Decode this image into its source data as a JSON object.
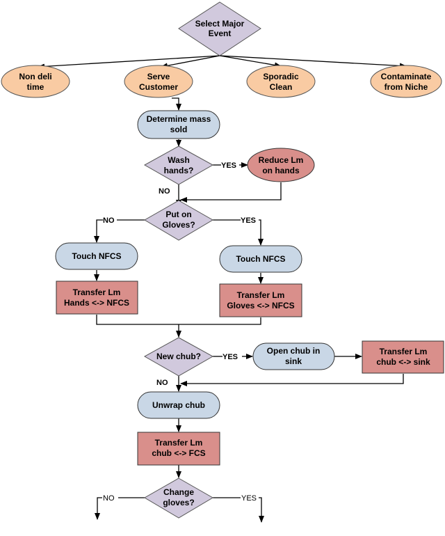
{
  "colors": {
    "decision": "#d1c9dd",
    "event": "#f9cba3",
    "process": "#c9d7e6",
    "transfer": "#d98f8b",
    "line": "#000000"
  },
  "nodes": {
    "select_event": {
      "type": "decision",
      "lines": [
        "Select Major",
        "Event"
      ]
    },
    "non_deli": {
      "type": "event",
      "lines": [
        "Non deli",
        "time"
      ]
    },
    "serve_customer": {
      "type": "event",
      "lines": [
        "Serve",
        "Customer"
      ]
    },
    "sporadic_clean": {
      "type": "event",
      "lines": [
        "Sporadic",
        "Clean"
      ]
    },
    "contaminate_niche": {
      "type": "event",
      "lines": [
        "Contaminate",
        "from Niche"
      ]
    },
    "determine_mass": {
      "type": "process",
      "lines": [
        "Determine mass",
        "sold"
      ]
    },
    "wash_hands": {
      "type": "decision",
      "lines": [
        "Wash",
        "hands?"
      ]
    },
    "reduce_lm": {
      "type": "event",
      "lines": [
        "Reduce Lm",
        "on hands"
      ]
    },
    "put_on_gloves": {
      "type": "decision",
      "lines": [
        "Put on",
        "Gloves?"
      ]
    },
    "touch_nfcs_left": {
      "type": "process",
      "lines": [
        "Touch NFCS"
      ]
    },
    "touch_nfcs_right": {
      "type": "process",
      "lines": [
        "Touch NFCS"
      ]
    },
    "transfer_hands_nfcs": {
      "type": "transfer",
      "lines": [
        "Transfer Lm",
        "Hands <-> NFCS"
      ]
    },
    "transfer_gloves_nfcs": {
      "type": "transfer",
      "lines": [
        "Transfer Lm",
        "Gloves <-> NFCS"
      ]
    },
    "new_chub": {
      "type": "decision",
      "lines": [
        "New chub?"
      ]
    },
    "open_chub": {
      "type": "process",
      "lines": [
        "Open chub in",
        "sink"
      ]
    },
    "transfer_chub_sink": {
      "type": "transfer",
      "lines": [
        "Transfer Lm",
        "chub <-> sink"
      ]
    },
    "unwrap_chub": {
      "type": "process",
      "lines": [
        "Unwrap chub"
      ]
    },
    "transfer_chub_fcs": {
      "type": "transfer",
      "lines": [
        "Transfer Lm",
        "chub <-> FCS"
      ]
    },
    "change_gloves": {
      "type": "decision",
      "lines": [
        "Change",
        "gloves?"
      ]
    }
  },
  "edge_labels": {
    "wash_yes": "YES",
    "wash_no": "NO",
    "gloves_no": "NO",
    "gloves_yes": "YES",
    "chub_yes": "YES",
    "chub_no": "NO",
    "change_no": "NO",
    "change_yes": "YES"
  }
}
